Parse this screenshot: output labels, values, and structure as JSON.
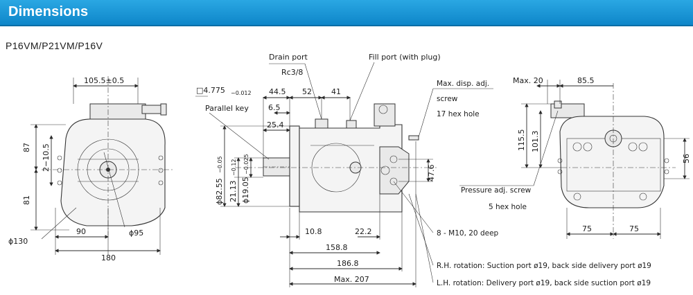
{
  "header": {
    "title": "Dimensions"
  },
  "model": "P16VM/P21VM/P16V",
  "labels": {
    "d105": "105.5±0.5",
    "d87": "87",
    "d2_10_5": "2−10.5",
    "d81": "81",
    "d90": "90",
    "d95": "ϕ95",
    "d130": "ϕ130",
    "d180": "180",
    "key_sq": "□4.775",
    "key_tol": "−0.012",
    "parallel_key": "Parallel key",
    "d44_5": "44.5",
    "d52": "52",
    "d41": "41",
    "d6_5": "6.5",
    "d25_4": "25.4",
    "drain_port": "Drain port",
    "rc3_8": "Rc3/8",
    "fill_port": "Fill port (with plug)",
    "d82_55": "ϕ82.55",
    "d82_55_tol": "−0.05",
    "d21_13": "21.13",
    "d21_13_tol": "−0.12",
    "d19_05": "ϕ19.05",
    "d19_05_tol": "−0.025",
    "d10_8": "10.8",
    "d22_2": "22.2",
    "d158_8": "158.8",
    "d186_8": "186.8",
    "max207": "Max. 207",
    "d47_6": "47.6",
    "max_disp_1": "Max. disp. adj.",
    "max_disp_2": "screw",
    "max_disp_3": "17 hex hole",
    "m10": "8 - M10, 20 deep",
    "max20": "Max. 20",
    "d85_5": "85.5",
    "d115_5": "115.5",
    "d101_3": "101.3",
    "d56": "56",
    "pressure_1": "Pressure adj. screw",
    "pressure_2": "5 hex hole",
    "d75a": "75",
    "d75b": "75",
    "rh_rotation": "R.H. rotation: Suction port ø19, back side delivery port ø19",
    "lh_rotation": "L.H. rotation: Delivery port ø19, back side suction port ø19"
  }
}
